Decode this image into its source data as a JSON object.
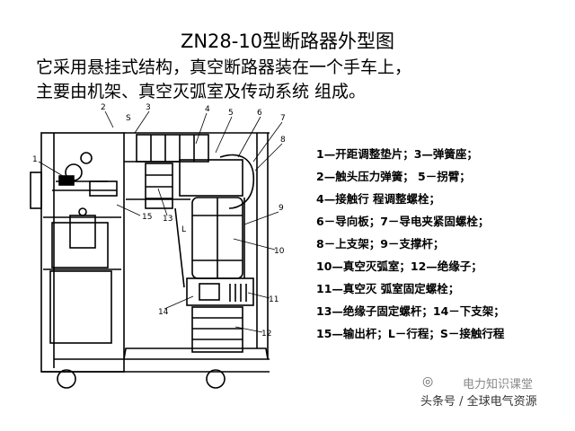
{
  "title": "ZN28-10型断路器外型图",
  "intro": [
    "它采用悬挂式结构，真空断路器装在一个手车上，",
    "主要由机架、真空灭弧室及传动系统 组成。"
  ],
  "legend": [
    "1—开距调整垫片；3—弹簧座；",
    "2—触头压力弹簧；    5－拐臂；",
    "4—接触行 程调整螺栓；",
    "6－导向板；7－导电夹紧固螺栓；",
    "8－上支架；9－支撑杆；",
    "10—真空灭弧室；12—绝缘子；",
    "11—真空灭 弧室固定螺栓；",
    "13—绝缘子固定螺杆；14－下支架；",
    "15—输出杆；L－行程；S－接触行程"
  ],
  "callouts": [
    "1",
    "2",
    "S",
    "3",
    "4",
    "5",
    "6",
    "7",
    "8",
    "9",
    "10",
    "11",
    "12",
    "13",
    "L",
    "14",
    "15"
  ],
  "watermark": {
    "brand": "电力知识课堂",
    "source": "头条号 / 全球电气资源"
  },
  "icons": [
    "wechat-icon"
  ]
}
